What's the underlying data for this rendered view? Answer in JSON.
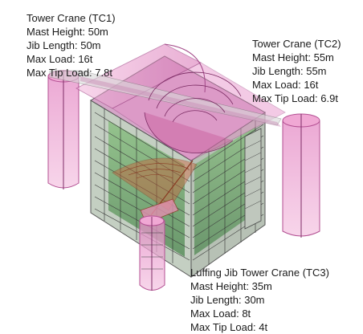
{
  "cranes": [
    {
      "title": "Tower Crane (TC1)",
      "mast_height": "Mast Height: 50m",
      "jib_length": "Jib Length: 50m",
      "max_load": "Max Load: 16t",
      "max_tip_load": "Max Tip Load: 7.8t"
    },
    {
      "title": "Tower Crane (TC2)",
      "mast_height": "Mast Height: 55m",
      "jib_length": "Jib Length: 55m",
      "max_load": "Max Load: 16t",
      "max_tip_load": "Max Tip Load: 6.9t"
    },
    {
      "title": "Luffing Jib Tower Crane (TC3)",
      "mast_height": "Mast Height: 35m",
      "jib_length": "Jib Length: 30m",
      "max_load": "Max Load: 8t",
      "max_tip_load": "Max Tip Load: 4t"
    }
  ],
  "colors": {
    "crane_zone": "#e87fc3",
    "crane_zone_dark": "#c2479a",
    "building_green": "#5fa35c",
    "building_grey": "#9aa39a",
    "jib_orange": "#c9603a"
  }
}
